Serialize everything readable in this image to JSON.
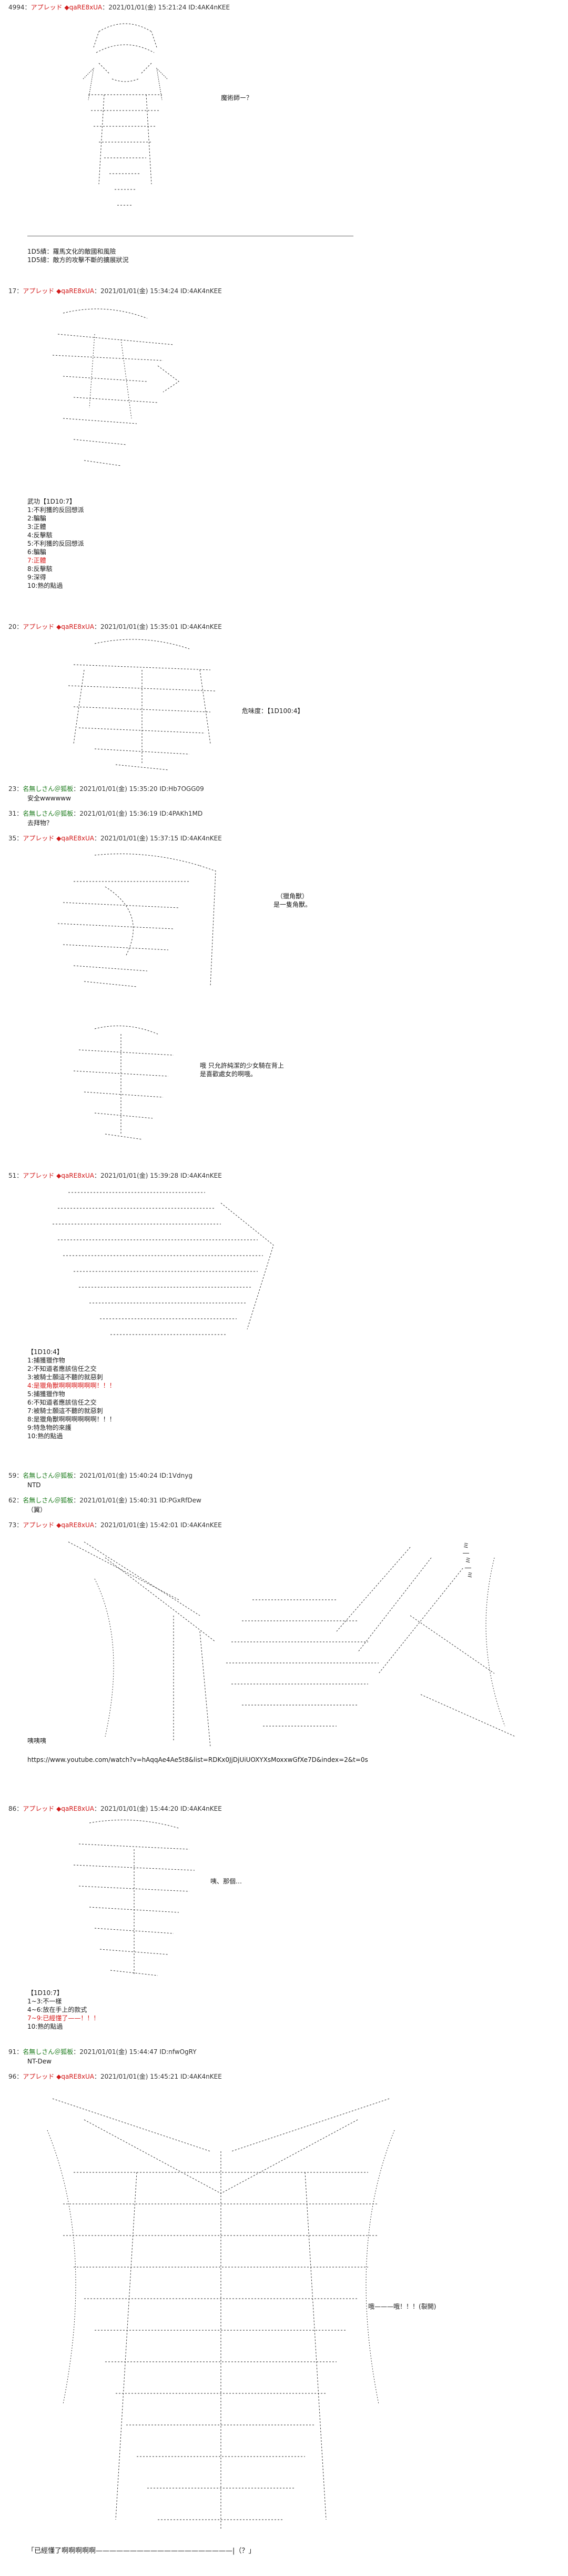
{
  "posts": [
    {
      "number": "4994：",
      "name": "アプレッド ◆qaRE8xUA",
      "meta": "：2021/01/01(金) 15:21:24 ID:4AK4nKEE",
      "speech": "魔術師ー？",
      "lines": [
        "1D5績：羅馬文化的敵國和風險",
        "1D5總：敵方的攻擊不斷的擴展狀況"
      ]
    },
    {
      "number": "17：",
      "name": "アプレッド ◆qaRE8xUA",
      "meta": "：2021/01/01(金) 15:34:24 ID:4AK4nKEE",
      "heading": "武功【1D10:7】",
      "list": [
        "1:不利獲的反回想派",
        "2:騙騙",
        "3:正體",
        "4:反擊駭",
        "5:不利獲的反回想派",
        "6:騙騙",
        "7:正體",
        "8:反擊駭",
        "9:深得",
        "10:熟的點過"
      ],
      "highlight_index": 6
    },
    {
      "number": "20：",
      "name": "アプレッド ◆qaRE8xUA",
      "meta": "：2021/01/01(金) 15:35:01 ID:4AK4nKEE",
      "speech": "危味度：【1D100:4】"
    },
    {
      "number": "23：",
      "name": "名無しさん＠狐板",
      "meta": "：2021/01/01(金) 15:35:20 ID:Hb7OGG09",
      "text": "安全wwwwww"
    },
    {
      "number": "31：",
      "name": "名無しさん＠狐板",
      "meta": "：2021/01/01(金) 15:36:19 ID:4PAKh1MD",
      "text": "去拜物？"
    },
    {
      "number": "35：",
      "name": "アプレッド ◆qaRE8xUA",
      "meta": "：2021/01/01(金) 15:37:15 ID:4AK4nKEE",
      "speech1": "（獵角獸）\n是一隻角獸。",
      "speech2": "哦 只允許純潔的少女騎在背上\n是喜歡處女的啊哦。"
    },
    {
      "number": "51：",
      "name": "アプレッド ◆qaRE8xUA",
      "meta": "：2021/01/01(金) 15:39:28 ID:4AK4nKEE",
      "heading": "【1D10:4】",
      "list": [
        "1:捕獲獵作物",
        "2:不知道者應該信任之交",
        "3:被騎士願這不聽的就惡刺",
        "4:是獵角獸啊啊啊啊啊啊！！！",
        "5:捕獲獵作物",
        "6:不知道者應該信任之交",
        "7:被騎士願這不聽的就惡刺",
        "8:是獵角獸啊啊啊啊啊啊！！！",
        "9:特急物的來護",
        "10:熟的點過"
      ],
      "highlight_index": 3
    },
    {
      "number": "59：",
      "name": "名無しさん＠狐板",
      "meta": "：2021/01/01(金) 15:40:24 ID:1Vdnyg",
      "text": "NTD"
    },
    {
      "number": "62：",
      "name": "名無しさん＠狐板",
      "meta": "：2021/01/01(金) 15:40:31 ID:PGxRfDew",
      "text": "（翼）"
    },
    {
      "number": "73：",
      "name": "アプレッド ◆qaRE8xUA",
      "meta": "：2021/01/01(金) 15:42:01 ID:4AK4nKEE",
      "speech": "ミ\n―\n ミ\n ―\n  ミ",
      "text": "咦咦咦",
      "url": "https://www.youtube.com/watch?v=hAqqAe4Ae5t8&list=RDKx0JjDjUiUOXYXsMoxxwGfXe7D&index=2&t=0s"
    },
    {
      "number": "86：",
      "name": "アプレッド ◆qaRE8xUA",
      "meta": "：2021/01/01(金) 15:44:20 ID:4AK4nKEE",
      "speech": "咦、那個…",
      "heading": "【1D10:7】",
      "list": [
        "1~3:不一樣",
        "4~6:放在手上的款式",
        "7~9:已經懂了——！！！",
        "10:熟的點過"
      ],
      "highlight_index": 2
    },
    {
      "number": "91：",
      "name": "名無しさん＠狐板",
      "meta": "：2021/01/01(金) 15:44:47 ID:nfwOgRY",
      "text": "NT-Dew"
    },
    {
      "number": "96：",
      "name": "アプレッド ◆qaRE8xUA",
      "meta": "：2021/01/01(金) 15:45:21 ID:4AK4nKEE",
      "speech": "哦———哦！！！(裂開)",
      "footer": "「已經懂了啊啊啊啊啊————————————————————|（？」"
    }
  ]
}
